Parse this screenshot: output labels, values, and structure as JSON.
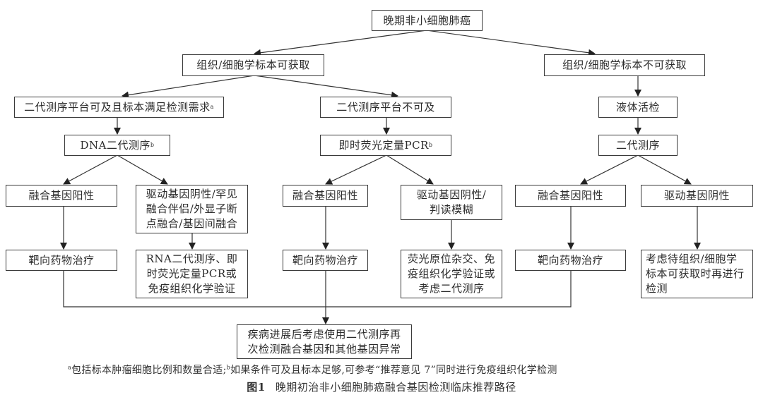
{
  "nodes": {
    "root": "晚期非小细胞肺癌",
    "tissue_available": "组织/细胞学标本可获取",
    "tissue_unavailable": "组织/细胞学标本不可获取",
    "ngs_available": "二代测序平台可及且标本满足检测需求",
    "ngs_available_sup": "a",
    "ngs_unavailable": "二代测序平台不可及",
    "liquid_biopsy": "液体活检",
    "dna_ngs": "DNA二代测序",
    "dna_ngs_sup": "b",
    "rt_pcr": "即时荧光定量PCR",
    "rt_pcr_sup": "b",
    "ngs_right": "二代测序",
    "fusion_pos_1": "融合基因阳性",
    "driver_neg_rare": "驱动基因阴性/罕见\n融合伴侣/外显子断\n点融合/基因间融合",
    "fusion_pos_2": "融合基因阳性",
    "driver_neg_ambiguous": "驱动基因阴性/\n判读模糊",
    "fusion_pos_3": "融合基因阳性",
    "driver_neg_3": "驱动基因阴性",
    "targeted_1": "靶向药物治疗",
    "rna_verify": "RNA二代测序、即\n时荧光定量PCR或\n免疫组织化学验证",
    "targeted_2": "靶向药物治疗",
    "fish_verify": "荧光原位杂交、免\n疫组织化学验证或\n考虑二代测序",
    "targeted_3": "靶向药物治疗",
    "wait_tissue": "考虑待组织/细胞学\n标本可获取时再进行\n检测",
    "progression": "疾病进展后考虑使用二代测序再\n次检测融合基因和其他基因异常"
  },
  "footnote": {
    "a_mark": "a",
    "a_text": "包括标本肿瘤细胞比例和数量合适;",
    "b_mark": "b",
    "b_text": "如果条件可及且标本足够,可参考“推荐意见 7”同时进行免疫组织化学检测"
  },
  "caption": {
    "number": "图1",
    "title": "晚期初治非小细胞肺癌融合基因检测临床推荐路径"
  }
}
